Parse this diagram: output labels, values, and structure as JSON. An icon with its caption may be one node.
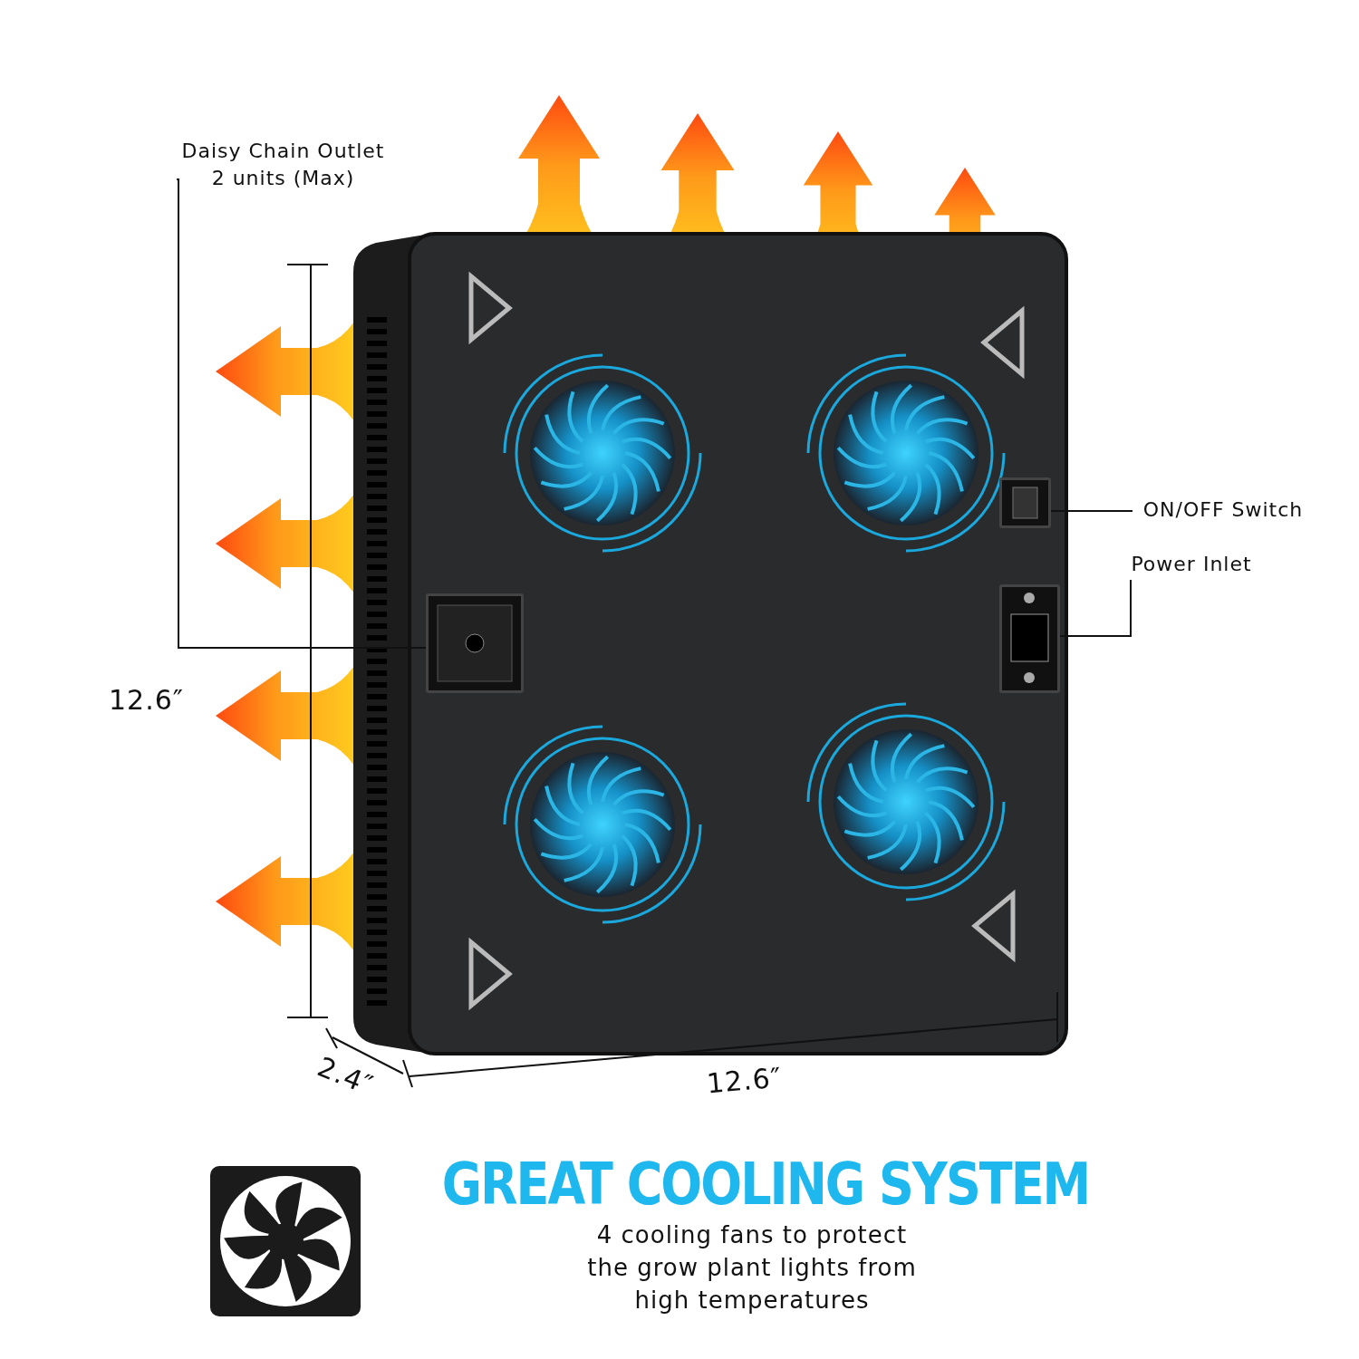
{
  "diagram": {
    "title": "GREAT COOLING SYSTEM",
    "caption": "4 cooling fans to protect the grow plant lights from high temperatures",
    "nodes": [
      {
        "text": [
          "Daisy Chain Outlet 2 units (Max)"
        ]
      },
      {
        "text": [],
        "shape": "box"
      },
      {
        "text": [
          "ON/OFF Switch"
        ]
      },
      {
        "text": [],
        "shape": "box"
      },
      {
        "text": [
          "Power Inlet"
        ]
      },
      {
        "text": [],
        "shape": "box"
      }
    ],
    "edges": [
      {
        "from": 0,
        "to": 1,
        "arrow": "none"
      },
      {
        "from": 2,
        "to": 3,
        "arrow": "none"
      },
      {
        "from": 4,
        "to": 5,
        "arrow": "none"
      }
    ],
    "labels": [
      "12.6″",
      "2.4″",
      "12.6″"
    ]
  }
}
